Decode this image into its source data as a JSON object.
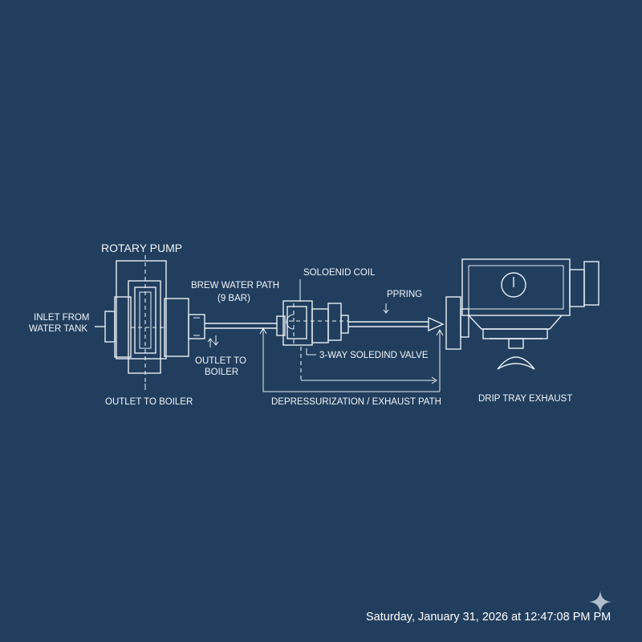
{
  "labels": {
    "rotary_pump": "ROTARY PUMP",
    "inlet_line1": "INLET FROM",
    "inlet_line2": "WATER TANK",
    "outlet_boiler_bottom": "OUTLET TO BOILER",
    "brew_path_line1": "BREW WATER PATH",
    "brew_path_line2": "(9 BAR)",
    "outlet_boiler_mid_line1": "OUTLET TO",
    "outlet_boiler_mid_line2": "BOILER",
    "solenoid_coil": "SOLOENID COIL",
    "pprign": "PPRING",
    "three_way_valve": "3-WAY SOLEDIND VALVE",
    "depressurization": "DEPRESSURIZATION / EXHAUST PATH",
    "drip_tray": "DRIP TRAY EXHAUST"
  },
  "footer": {
    "timestamp": "Saturday, January 31, 2026 at 12:47:08 PM PM"
  },
  "icons": [
    "rotary-pump-icon",
    "solenoid-valve-icon",
    "group-head-icon",
    "sparkle-icon"
  ],
  "colors": {
    "background": "#223e5e",
    "line": "#e8eef4",
    "text": "#f2f5f8"
  }
}
